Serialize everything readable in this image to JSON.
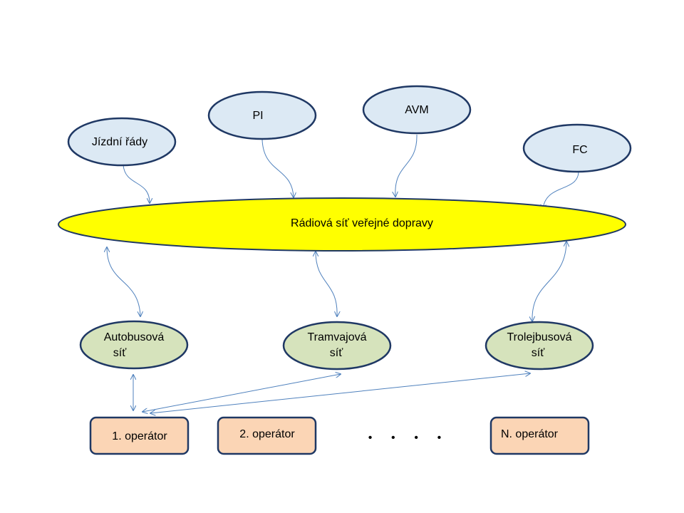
{
  "colors": {
    "source_fill": "#dce9f4",
    "source_stroke": "#1f3864",
    "network_fill": "#d6e3bc",
    "network_stroke": "#1f3864",
    "bus_fill": "#ffff00",
    "bus_stroke": "#1f3864",
    "operator_fill": "#fbd5b5",
    "operator_stroke": "#1f3864",
    "connector": "#4f81bd"
  },
  "sources": [
    {
      "label": "Jízdní řády"
    },
    {
      "label": "PI"
    },
    {
      "label": "AVM"
    },
    {
      "label": "FC"
    }
  ],
  "bus": {
    "label": "Rádiová síť veřejné dopravy"
  },
  "networks": [
    {
      "line1": "Autobusová",
      "line2": "síť"
    },
    {
      "line1": "Tramvajová",
      "line2": "síť"
    },
    {
      "line1": "Trolejbusová",
      "line2": "síť"
    }
  ],
  "operators": [
    {
      "label": "1. operátor"
    },
    {
      "label": "2. operátor"
    },
    {
      "label": "N. operátor"
    }
  ],
  "ellipsis": "•      •      •      •"
}
